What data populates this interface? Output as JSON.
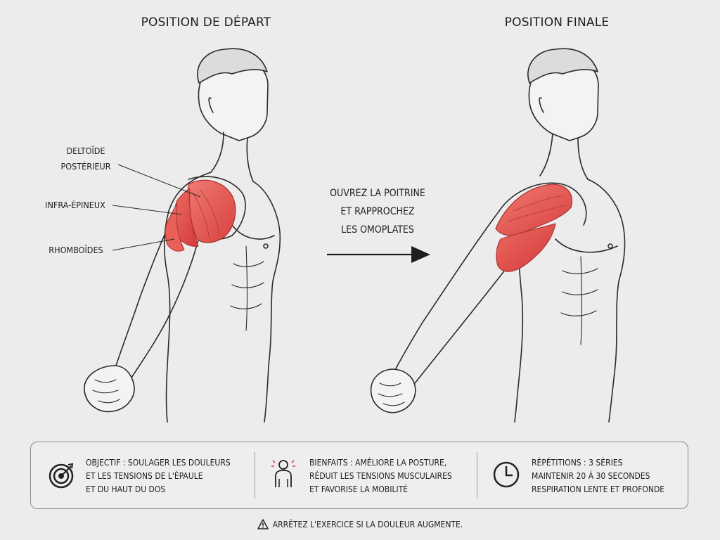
{
  "headings": {
    "start": "POSITION DE DÉPART",
    "end": "POSITION FINALE"
  },
  "labels": {
    "deltoid_line1": "DELTOÏDE",
    "deltoid_line2": "POSTÉRIEUR",
    "infra": "INFRA-ÉPINEUX",
    "rhomboids": "RHOMBOÏDES"
  },
  "instruction": {
    "line1": "OUVREZ LA POITRINE",
    "line2": "ET RAPPROCHEZ",
    "line3": "LES OMOPLATES"
  },
  "info": {
    "objective": {
      "icon": "target-icon",
      "lines": [
        "OBJECTIF : SOULAGER LES DOULEURS",
        "ET LES TENSIONS DE L'ÉPAULE",
        "ET DU HAUT DU DOS"
      ]
    },
    "benefits": {
      "icon": "person-pain-icon",
      "lines": [
        "BIENFAITS : AMÉLIORE LA POSTURE,",
        "RÉDUIT LES TENSIONS MUSCULAIRES",
        "ET FAVORISE LA MOBILITÉ"
      ]
    },
    "repetitions": {
      "icon": "clock-icon",
      "lines": [
        "RÉPÉTITIONS : 3 SÉRIES",
        "MAINTENIR 20 À 30 SECONDES",
        "RESPIRATION LENTE ET PROFONDE"
      ]
    }
  },
  "warning": "ARRÊTEZ L'EXERCICE SI LA DOULEUR AUGMENTE.",
  "colors": {
    "muscle": "#e0514e",
    "muscle_light": "#f07a72",
    "line": "#2a2a2a",
    "background": "#ececec"
  }
}
